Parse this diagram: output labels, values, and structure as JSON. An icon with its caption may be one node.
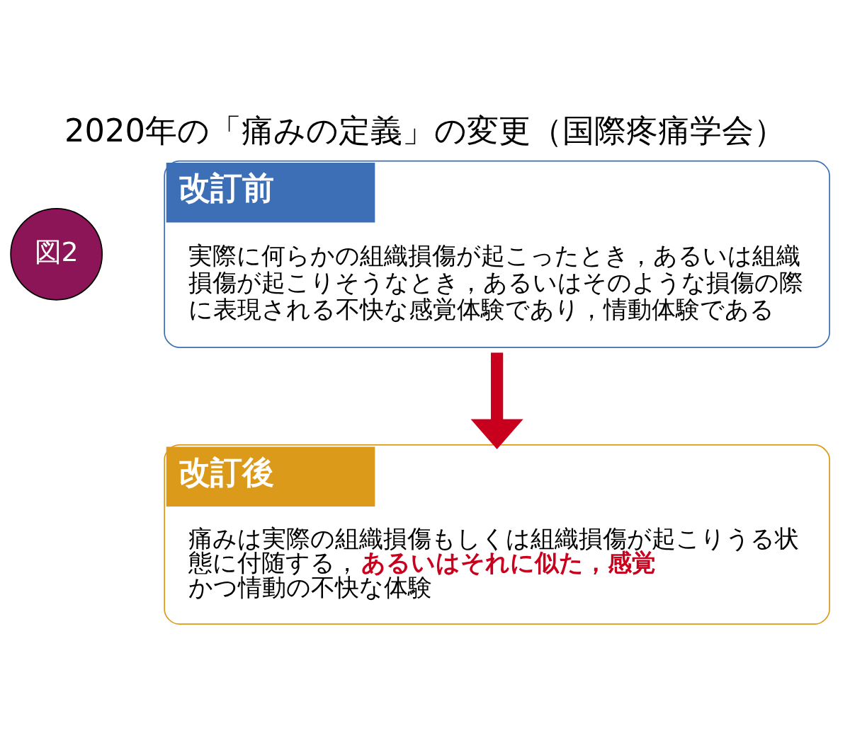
{
  "diagram": {
    "title": "2020年の「痛みの定義」の変更（国際疼痛学会）",
    "nodes": [
      {
        "text": [
          "改訂前",
          "実際に何らかの組織損傷が起こったとき，あるいは組織損傷が起こりそうなとき，あるいはそのような損傷の際に表現される不快な感覚体験であり，情動体験である"
        ]
      },
      {
        "text": [
          "改訂後",
          "痛みは実際の組織損傷もしくは組織損傷が起こりうる状態に付随する，**あるいはそれに似た，感覚**かつ情動の不快な体験"
        ]
      }
    ],
    "edges": [
      {
        "from": 0,
        "to": 1,
        "arrow": "to",
        "color": "#c8001e"
      }
    ],
    "labels": [
      "図2"
    ]
  }
}
